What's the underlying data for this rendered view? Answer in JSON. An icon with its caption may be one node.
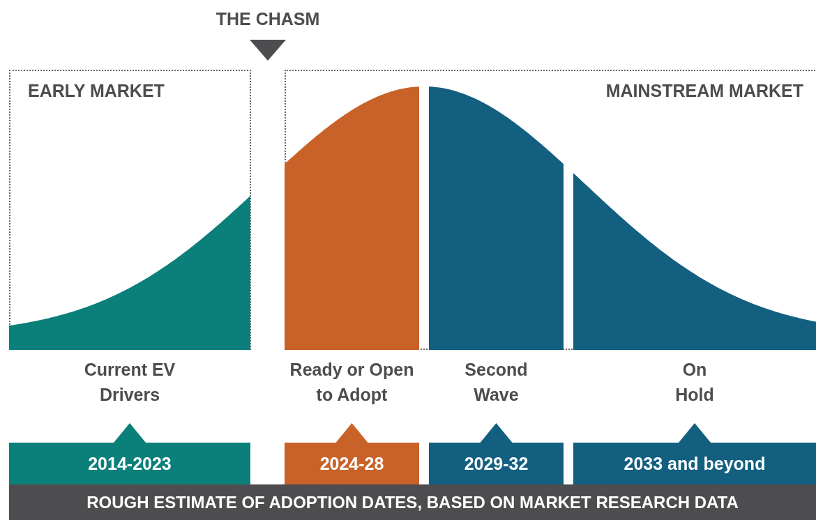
{
  "diagram": {
    "nodes": [
      {
        "text": [
          "EARLY MARKET"
        ]
      },
      {
        "text": [],
        "shape": "area",
        "in": 0,
        "beside": [
          "Current EV Drivers"
        ]
      },
      {
        "text": [
          "MAINSTREAM MARKET"
        ]
      },
      {
        "text": [],
        "shape": "area",
        "in": 2,
        "beside": [
          "Ready or Open to Adopt"
        ]
      },
      {
        "text": [],
        "shape": "area",
        "in": 2,
        "beside": [
          "Second Wave"
        ]
      },
      {
        "text": [],
        "shape": "area",
        "in": 2,
        "beside": [
          "On Hold"
        ]
      },
      {
        "text": [
          "2014-2023"
        ]
      },
      {
        "text": [
          "2024-28"
        ]
      },
      {
        "text": [
          "2029-32"
        ]
      },
      {
        "text": [
          "2033 and beyond"
        ]
      },
      {
        "text": [
          "ROUGH ESTIMATE OF ADOPTION DATES, BASED ON MARKET RESEARCH DATA"
        ]
      }
    ],
    "labels": [
      "THE CHASM"
    ]
  }
}
